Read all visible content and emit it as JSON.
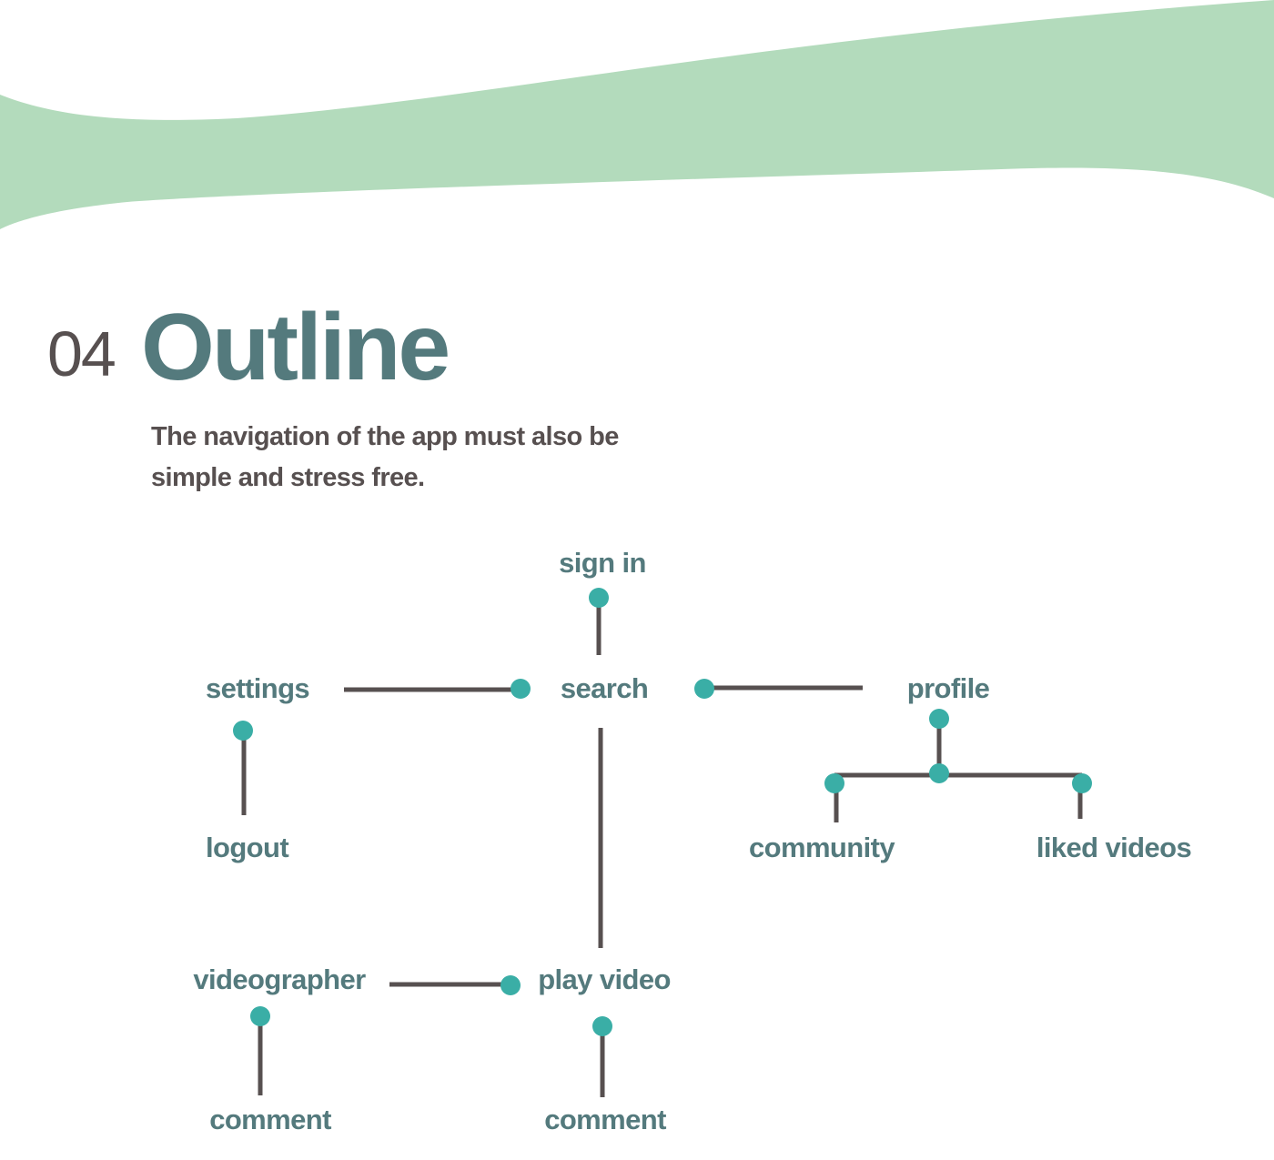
{
  "colors": {
    "wave": "#b3dbbc",
    "title": "#547a7d",
    "text": "#575050",
    "dot": "#3aaea6",
    "line": "#575050"
  },
  "header": {
    "number": "04",
    "title": "Outline",
    "subtitle_line1": "The navigation of the app must also be",
    "subtitle_line2": "simple and stress free."
  },
  "diagram": {
    "nodes": [
      {
        "id": "sign-in",
        "label": "sign in"
      },
      {
        "id": "search",
        "label": "search"
      },
      {
        "id": "settings",
        "label": "settings"
      },
      {
        "id": "profile",
        "label": "profile"
      },
      {
        "id": "logout",
        "label": "logout"
      },
      {
        "id": "community",
        "label": "community"
      },
      {
        "id": "liked-videos",
        "label": "liked videos"
      },
      {
        "id": "videographer",
        "label": "videographer"
      },
      {
        "id": "play-video",
        "label": "play video"
      },
      {
        "id": "comment-videographer",
        "label": "comment"
      },
      {
        "id": "comment-play-video",
        "label": "comment"
      }
    ],
    "edges": [
      {
        "from": "sign-in",
        "to": "search"
      },
      {
        "from": "settings",
        "to": "search"
      },
      {
        "from": "search",
        "to": "profile"
      },
      {
        "from": "settings",
        "to": "logout"
      },
      {
        "from": "profile",
        "to": "community"
      },
      {
        "from": "profile",
        "to": "liked-videos"
      },
      {
        "from": "search",
        "to": "play-video"
      },
      {
        "from": "videographer",
        "to": "play-video"
      },
      {
        "from": "videographer",
        "to": "comment-videographer"
      },
      {
        "from": "play-video",
        "to": "comment-play-video"
      }
    ]
  }
}
